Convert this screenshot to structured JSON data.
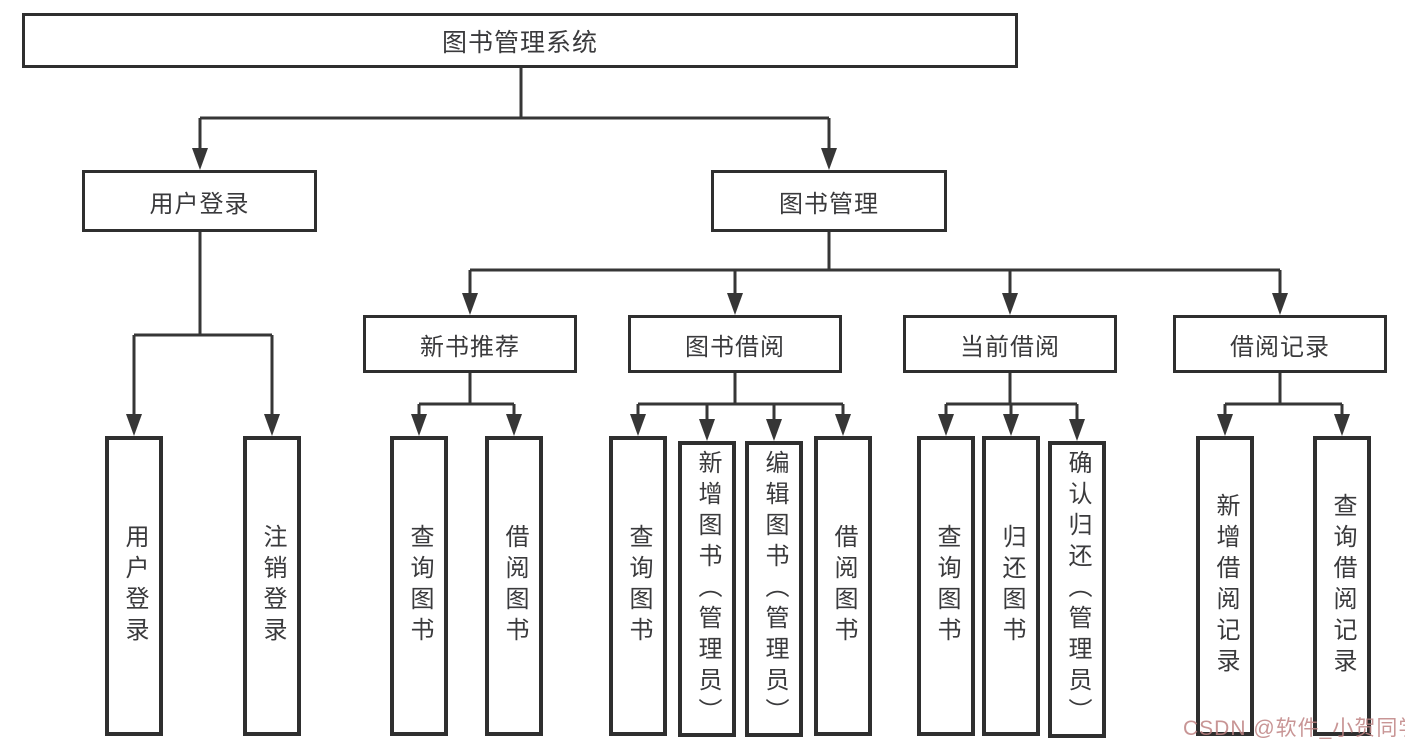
{
  "diagram": {
    "root": {
      "label": "图书管理系统"
    },
    "level2": [
      {
        "label": "用户登录"
      },
      {
        "label": "图书管理"
      }
    ],
    "level3": [
      {
        "label": "新书推荐",
        "parent": "图书管理"
      },
      {
        "label": "图书借阅",
        "parent": "图书管理"
      },
      {
        "label": "当前借阅",
        "parent": "图书管理"
      },
      {
        "label": "借阅记录",
        "parent": "图书管理"
      }
    ],
    "leaves": [
      {
        "label": "用户登录",
        "parent": "用户登录"
      },
      {
        "label": "注销登录",
        "parent": "用户登录"
      },
      {
        "label": "查询图书",
        "parent": "新书推荐"
      },
      {
        "label": "借阅图书",
        "parent": "新书推荐"
      },
      {
        "label": "查询图书",
        "parent": "图书借阅"
      },
      {
        "label": "新增图书（管理员）",
        "parent": "图书借阅"
      },
      {
        "label": "编辑图书（管理员）",
        "parent": "图书借阅"
      },
      {
        "label": "借阅图书",
        "parent": "图书借阅"
      },
      {
        "label": "查询图书",
        "parent": "当前借阅"
      },
      {
        "label": "归还图书",
        "parent": "当前借阅"
      },
      {
        "label": "确认归还（管理员）",
        "parent": "当前借阅"
      },
      {
        "label": "新增借阅记录",
        "parent": "借阅记录"
      },
      {
        "label": "查询借阅记录",
        "parent": "借阅记录"
      }
    ]
  },
  "watermark": {
    "text": "CSDN @软件_小贺同学"
  },
  "colors": {
    "line": "#363636",
    "box_border": "#2f2f2f",
    "text": "#3a3a3c",
    "background": "#ffffff",
    "watermark": "#c49a9a"
  }
}
